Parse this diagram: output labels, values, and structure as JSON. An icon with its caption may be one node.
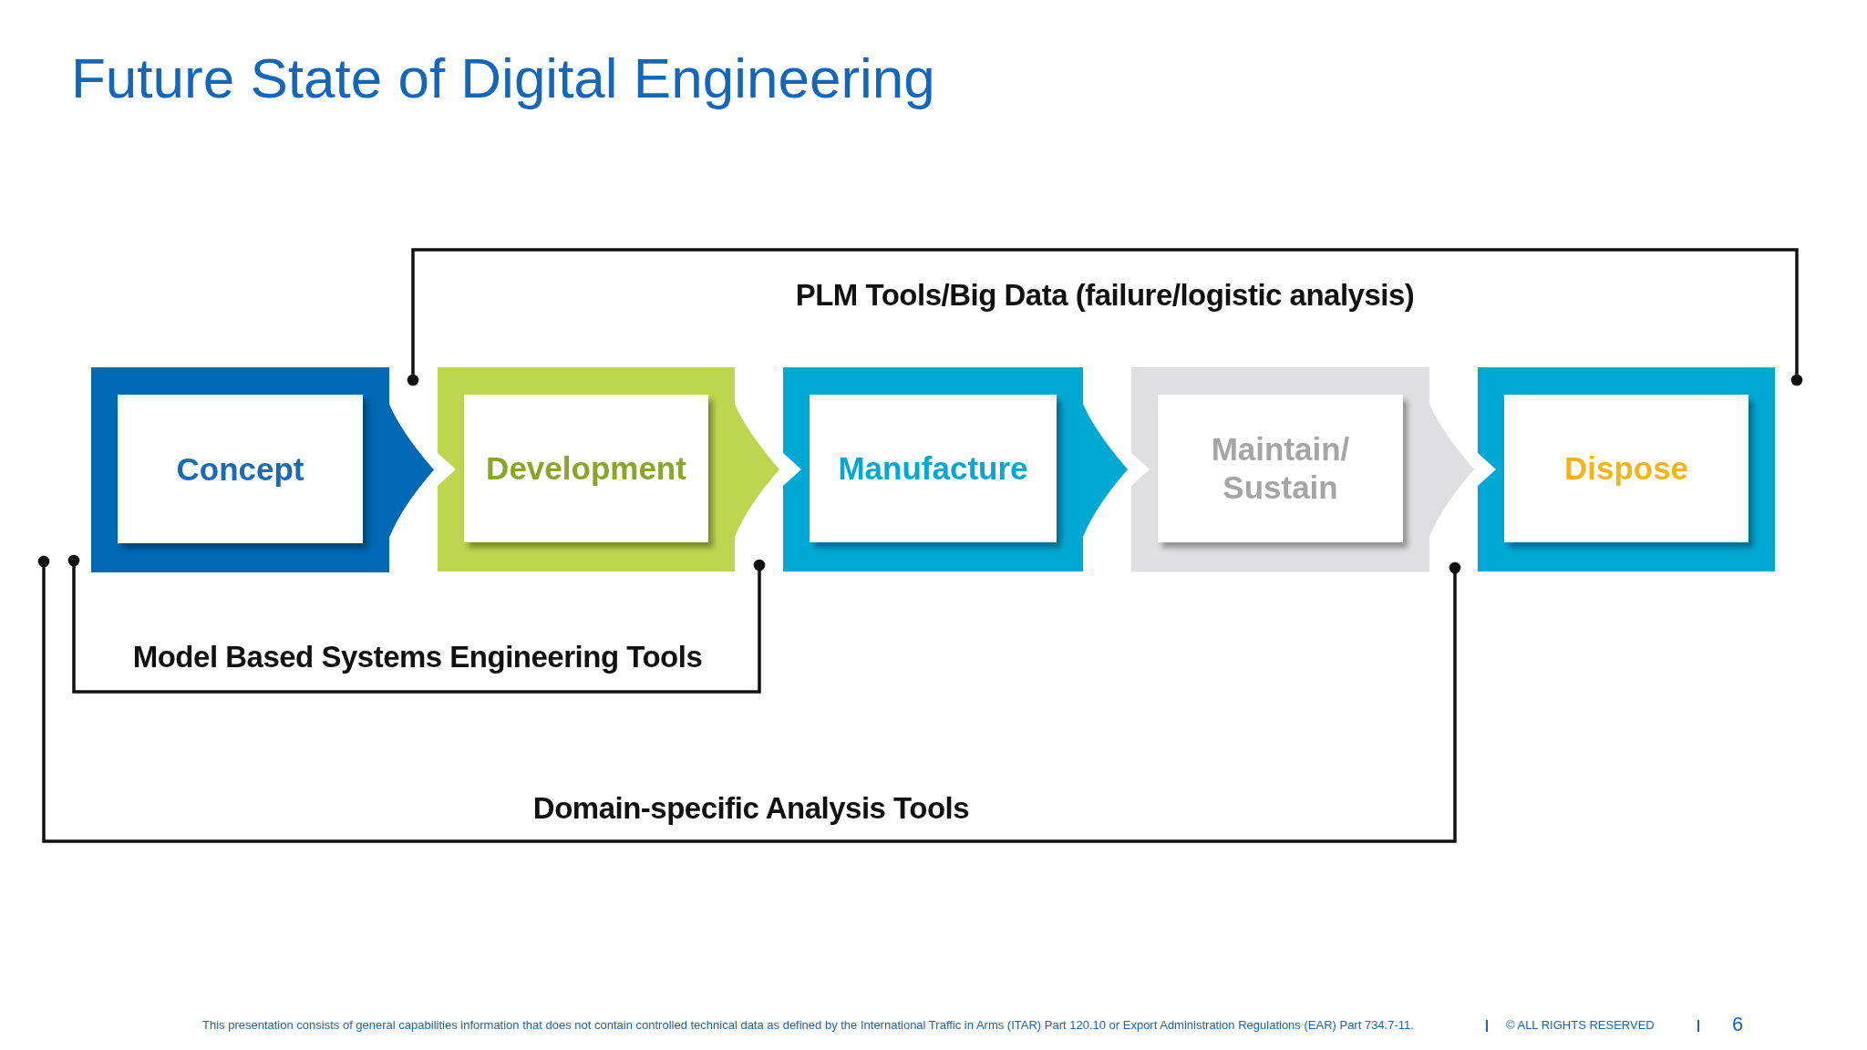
{
  "diagram": {
    "title": "Future State of Digital Engineering",
    "nodes": [
      {
        "text": [
          "Concept"
        ]
      },
      {
        "text": [
          "Development"
        ]
      },
      {
        "text": [
          "Manufacture"
        ]
      },
      {
        "text": [
          "Maintain/ Sustain"
        ]
      },
      {
        "text": [
          "Dispose"
        ]
      }
    ],
    "edges": [
      {
        "from": 1,
        "to": 4,
        "arrow": "other",
        "label": "PLM Tools/Big Data (failure/logistic analysis)"
      },
      {
        "from": 0,
        "to": 1,
        "arrow": "other",
        "label": "Model Based Systems Engineering Tools"
      },
      {
        "from": 0,
        "to": 3,
        "arrow": "other",
        "label": "Domain-specific Analysis Tools"
      },
      {
        "from": 0,
        "to": 1,
        "arrow": "to"
      },
      {
        "from": 1,
        "to": 2,
        "arrow": "to"
      },
      {
        "from": 2,
        "to": 3,
        "arrow": "to"
      },
      {
        "from": 3,
        "to": 4,
        "arrow": "to"
      }
    ],
    "labels": [
      "This presentation consists of general capabilities information that does not contain controlled technical data as defined by the International Traffic in Arms (ITAR) Part 120.10 or Export Administration Regulations (EAR) Part 734.7-11.",
      "© ALL RIGHTS RESERVED",
      "6"
    ]
  }
}
